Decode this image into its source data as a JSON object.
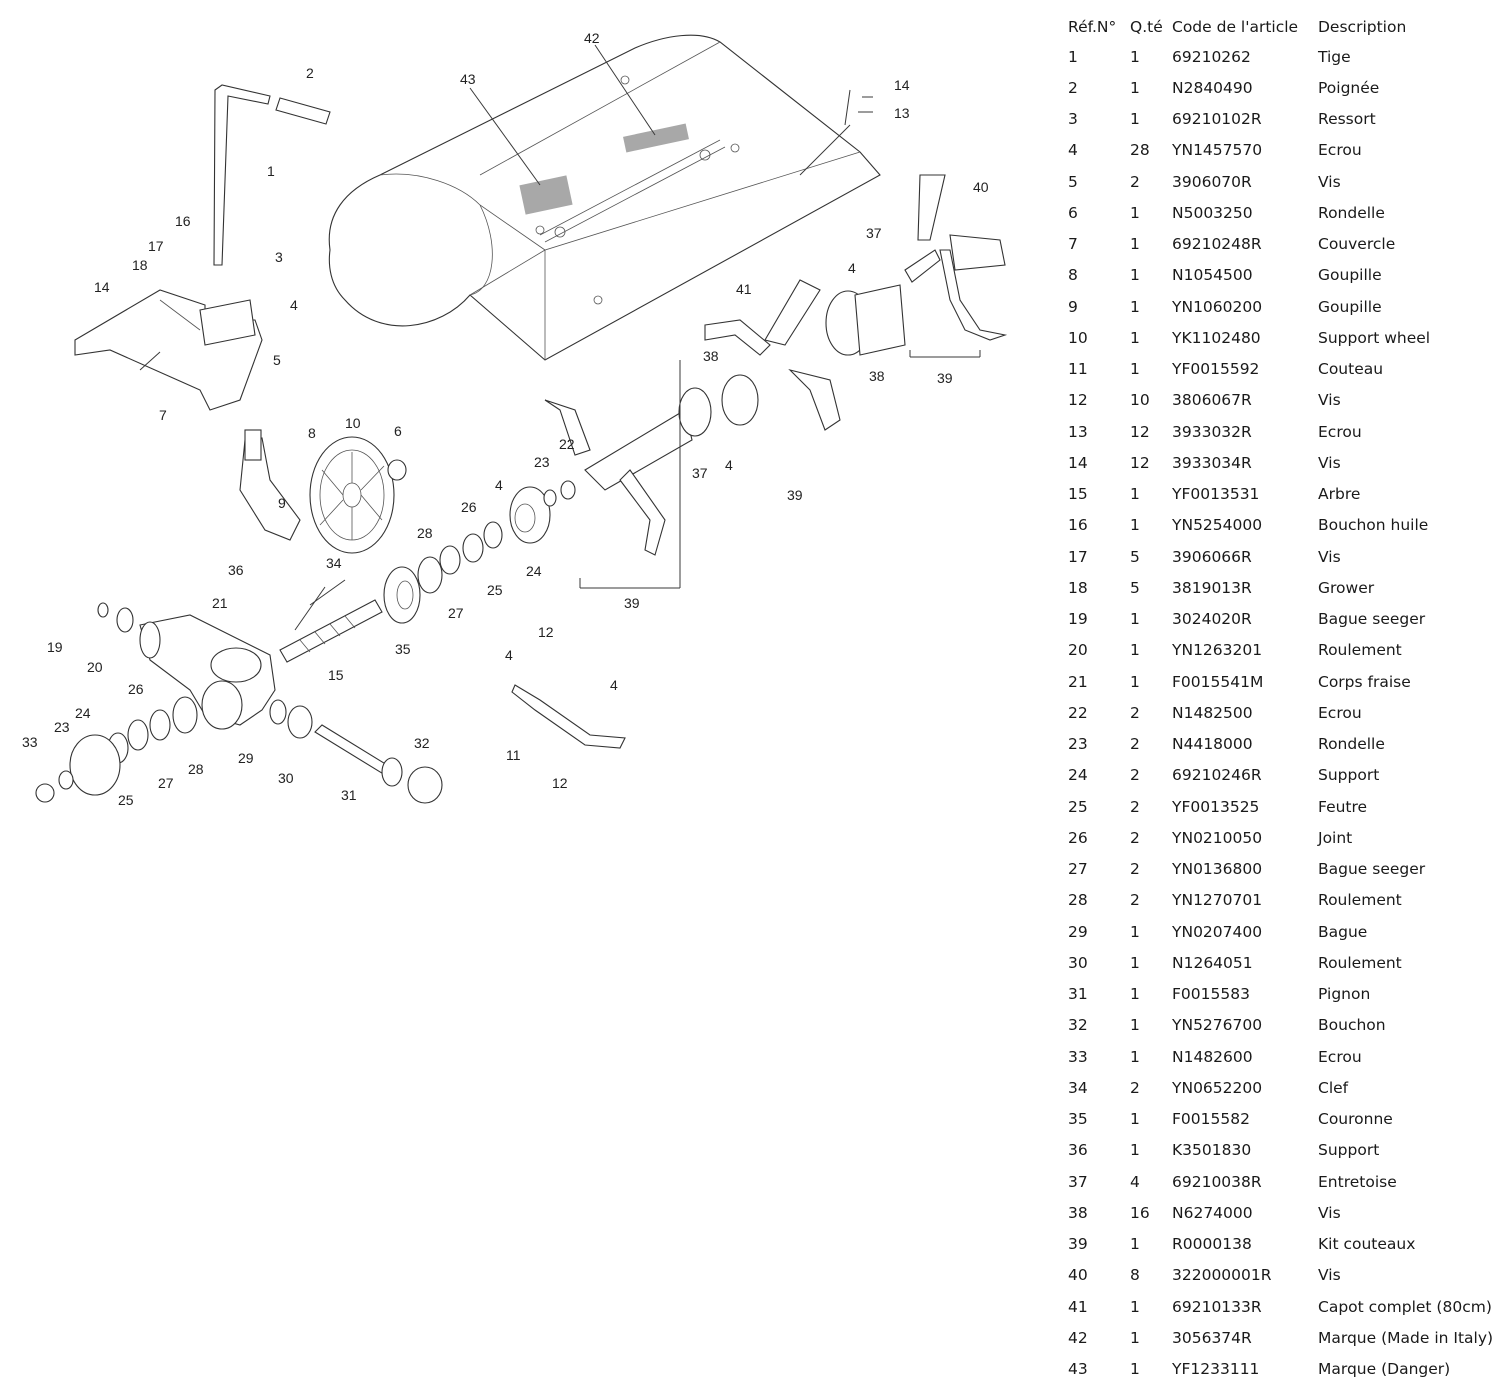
{
  "table": {
    "headers": [
      "Réf.N°",
      "Q.té",
      "Code de l'article",
      "Description"
    ],
    "rows": [
      [
        "1",
        "1",
        "69210262",
        "Tige"
      ],
      [
        "2",
        "1",
        "N2840490",
        "Poignée"
      ],
      [
        "3",
        "1",
        "69210102R",
        "Ressort"
      ],
      [
        "4",
        "28",
        "YN1457570",
        "Ecrou"
      ],
      [
        "5",
        "2",
        "3906070R",
        "Vis"
      ],
      [
        "6",
        "1",
        "N5003250",
        "Rondelle"
      ],
      [
        "7",
        "1",
        "69210248R",
        "Couvercle"
      ],
      [
        "8",
        "1",
        "N1054500",
        "Goupille"
      ],
      [
        "9",
        "1",
        "YN1060200",
        "Goupille"
      ],
      [
        "10",
        "1",
        "YK1102480",
        "Support wheel"
      ],
      [
        "11",
        "1",
        "YF0015592",
        "Couteau"
      ],
      [
        "12",
        "10",
        "3806067R",
        "Vis"
      ],
      [
        "13",
        "12",
        "3933032R",
        "Ecrou"
      ],
      [
        "14",
        "12",
        "3933034R",
        "Vis"
      ],
      [
        "15",
        "1",
        "YF0013531",
        "Arbre"
      ],
      [
        "16",
        "1",
        "YN5254000",
        "Bouchon huile"
      ],
      [
        "17",
        "5",
        "3906066R",
        "Vis"
      ],
      [
        "18",
        "5",
        "3819013R",
        "Grower"
      ],
      [
        "19",
        "1",
        "3024020R",
        "Bague seeger"
      ],
      [
        "20",
        "1",
        "YN1263201",
        "Roulement"
      ],
      [
        "21",
        "1",
        "F0015541M",
        "Corps fraise"
      ],
      [
        "22",
        "2",
        "N1482500",
        "Ecrou"
      ],
      [
        "23",
        "2",
        "N4418000",
        "Rondelle"
      ],
      [
        "24",
        "2",
        "69210246R",
        "Support"
      ],
      [
        "25",
        "2",
        "YF0013525",
        "Feutre"
      ],
      [
        "26",
        "2",
        "YN0210050",
        "Joint"
      ],
      [
        "27",
        "2",
        "YN0136800",
        "Bague seeger"
      ],
      [
        "28",
        "2",
        "YN1270701",
        "Roulement"
      ],
      [
        "29",
        "1",
        "YN0207400",
        "Bague"
      ],
      [
        "30",
        "1",
        "N1264051",
        "Roulement"
      ],
      [
        "31",
        "1",
        "F0015583",
        "Pignon"
      ],
      [
        "32",
        "1",
        "YN5276700",
        "Bouchon"
      ],
      [
        "33",
        "1",
        "N1482600",
        "Ecrou"
      ],
      [
        "34",
        "2",
        "YN0652200",
        "Clef"
      ],
      [
        "35",
        "1",
        "F0015582",
        "Couronne"
      ],
      [
        "36",
        "1",
        "K3501830",
        "Support"
      ],
      [
        "37",
        "4",
        "69210038R",
        "Entretoise"
      ],
      [
        "38",
        "16",
        "N6274000",
        "Vis"
      ],
      [
        "39",
        "1",
        "R0000138",
        "Kit couteaux"
      ],
      [
        "40",
        "8",
        "322000001R",
        "Vis"
      ],
      [
        "41",
        "1",
        "69210133R",
        "Capot complet (80cm)"
      ],
      [
        "42",
        "1",
        "3056374R",
        "Marque (Made in Italy)"
      ],
      [
        "43",
        "1",
        "YF1233111",
        "Marque (Danger)"
      ]
    ]
  },
  "diagram_labels": {
    "l1": "1",
    "l2": "2",
    "l3": "3",
    "l4a": "4",
    "l4b": "4",
    "l4c": "4",
    "l4d": "4",
    "l4e": "4",
    "l4f": "4",
    "l5": "5",
    "l6": "6",
    "l7": "7",
    "l8": "8",
    "l9": "9",
    "l10": "10",
    "l11": "11",
    "l12a": "12",
    "l12b": "12",
    "l13": "13",
    "l14a": "14",
    "l14b": "14",
    "l15": "15",
    "l16": "16",
    "l17": "17",
    "l18": "18",
    "l19": "19",
    "l20": "20",
    "l21": "21",
    "l22": "22",
    "l23a": "23",
    "l23b": "23",
    "l24a": "24",
    "l24b": "24",
    "l25a": "25",
    "l25b": "25",
    "l26a": "26",
    "l26b": "26",
    "l27a": "27",
    "l27b": "27",
    "l28a": "28",
    "l28b": "28",
    "l29": "29",
    "l30": "30",
    "l31": "31",
    "l32": "32",
    "l33": "33",
    "l34": "34",
    "l35": "35",
    "l36": "36",
    "l37a": "37",
    "l37b": "37",
    "l38a": "38",
    "l38b": "38",
    "l39a": "39",
    "l39b": "39",
    "l39c": "39",
    "l40": "40",
    "l41": "41",
    "l42": "42",
    "l43": "43"
  }
}
